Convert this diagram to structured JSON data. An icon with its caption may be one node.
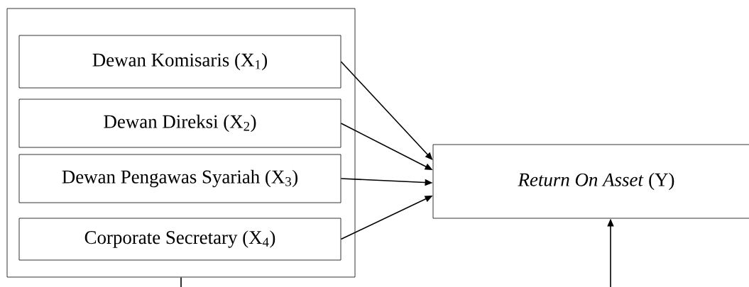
{
  "diagram": {
    "nodes": [
      {
        "text": [],
        "shape": "box"
      },
      {
        "text": [
          "Dewan Komisaris (X$_{1}$)"
        ],
        "in": 0
      },
      {
        "text": [
          "Dewan Direksi (X$_{2}$)"
        ],
        "in": 0
      },
      {
        "text": [
          "Dewan Pengawas Syariah (X$_{3}$)"
        ],
        "in": 0
      },
      {
        "text": [
          "Corporate Secretary (X$_{4}$)"
        ],
        "in": 0
      },
      {
        "text": [
          "*Return On Asset* (Y)"
        ]
      }
    ],
    "edges": [
      {
        "from": 1,
        "to": 5,
        "arrow": "to"
      },
      {
        "from": 2,
        "to": 5,
        "arrow": "to"
      },
      {
        "from": 3,
        "to": 5,
        "arrow": "to"
      },
      {
        "from": 4,
        "to": 5,
        "arrow": "to"
      },
      {
        "from": 0,
        "to": 5,
        "arrow": "to"
      }
    ]
  }
}
